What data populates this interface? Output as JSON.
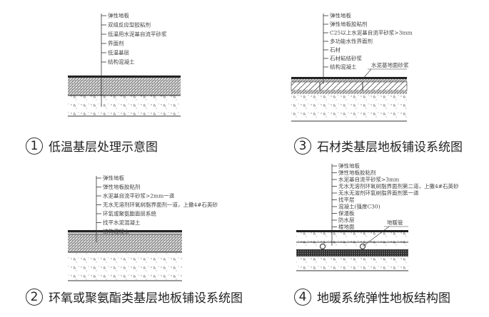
{
  "panels": [
    {
      "number": "1",
      "title": "低温基层处理示意图",
      "labels": [
        "弹性地板",
        "双组反应型胶粘剂",
        "低温用水泥基自流平砂浆",
        "界面剂",
        "低温基层",
        "结构混凝土"
      ]
    },
    {
      "number": "3",
      "title": "石材类基层地板铺设系统图",
      "labels": [
        "弹性地板",
        "弹性地板胶粘剂",
        "C25以上水泥基自流平砂浆>3mm",
        "多功能水性界面剂",
        "石材",
        "石材粘结砂浆",
        "结构混凝土"
      ],
      "callout": "水泥基地面砂浆"
    },
    {
      "number": "2",
      "title": "环氧或聚氨酯类基层地板铺设系统图",
      "labels": [
        "弹性地板",
        "弹性地板胶粘剂",
        "水泥基自流平砂浆>2mm一道",
        "无水无溶剂环氧树脂界面剂一道，上撒4#石英砂",
        "环氧或聚氨酯面层系统",
        "找平水泥混凝土",
        "结构混凝土"
      ]
    },
    {
      "number": "4",
      "title": "地暖系统弹性地板结构图",
      "labels": [
        "弹性地板",
        "弹性地板胶粘剂",
        "水泥基自流平砂浆>3mm",
        "无水无溶剂环氧树脂界面剂第二道，上撒4#石英砂",
        "无水无溶剂环氧树脂界面剂第一道",
        "找平层",
        "混凝土(强度C30)",
        "保温板",
        "防水层",
        "楼地面"
      ],
      "callout": "地暖管"
    }
  ]
}
